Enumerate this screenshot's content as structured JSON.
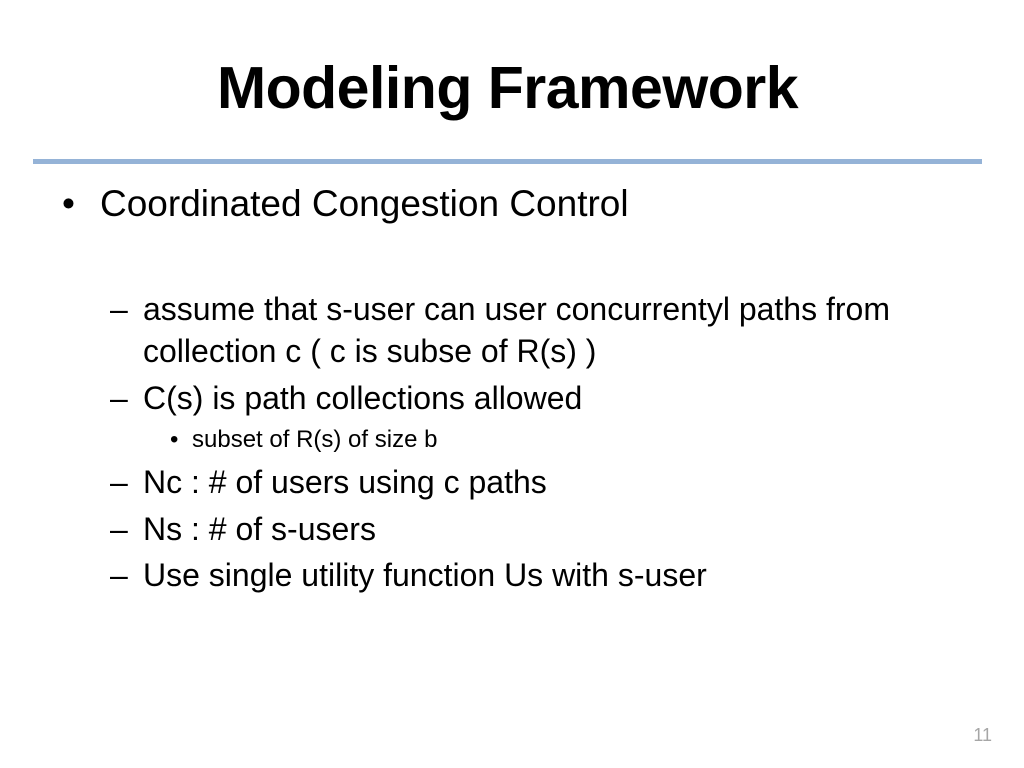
{
  "slide": {
    "title": "Modeling Framework",
    "page_number": "11",
    "divider_color": "#95b3d7",
    "text_color": "#000000",
    "page_number_color": "#a6a6a6",
    "background_color": "#ffffff"
  },
  "content": {
    "items": [
      {
        "level": 1,
        "marker": "•",
        "text": "Coordinated Congestion Control"
      },
      {
        "level": 2,
        "marker": "–",
        "text": "assume that s-user can user concurrentyl paths from collection c ( c is subse of R(s) )"
      },
      {
        "level": 2,
        "marker": "–",
        "text": "C(s) is path collections allowed"
      },
      {
        "level": 3,
        "marker": "•",
        "text": "subset of R(s) of size b"
      },
      {
        "level": 2,
        "marker": "–",
        "text": "Nc : # of users using c paths"
      },
      {
        "level": 2,
        "marker": "–",
        "text": "Ns : # of s-users"
      },
      {
        "level": 2,
        "marker": "–",
        "text": "Use single utility function Us with s-user"
      }
    ]
  }
}
